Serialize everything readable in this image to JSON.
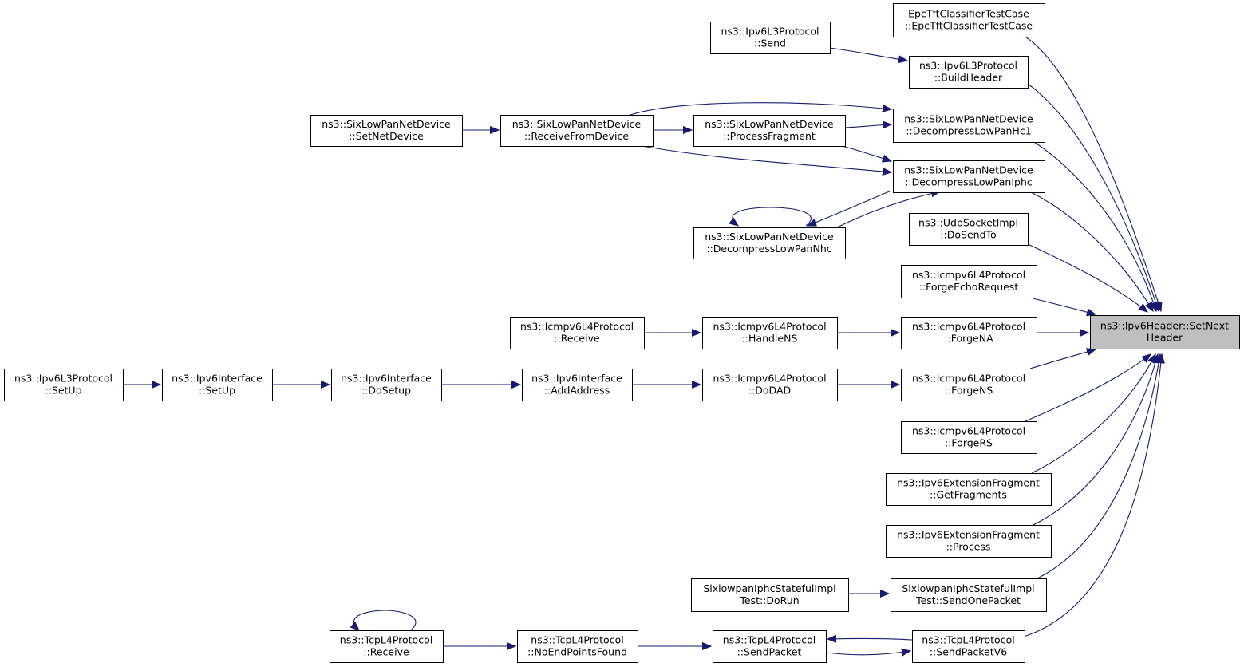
{
  "diagram": {
    "nodes": [
      {
        "id": "setnextheader",
        "lines": [
          "ns3::Ipv6Header::SetNext",
          "Header"
        ],
        "root": true
      },
      {
        "id": "epctft",
        "lines": [
          "EpcTftClassifierTestCase",
          "::EpcTftClassifierTestCase"
        ]
      },
      {
        "id": "l3send",
        "lines": [
          "ns3::Ipv6L3Protocol",
          "::Send"
        ]
      },
      {
        "id": "buildheader",
        "lines": [
          "ns3::Ipv6L3Protocol",
          "::BuildHeader"
        ]
      },
      {
        "id": "setnetdevice",
        "lines": [
          "ns3::SixLowPanNetDevice",
          "::SetNetDevice"
        ]
      },
      {
        "id": "receivefromdevice",
        "lines": [
          "ns3::SixLowPanNetDevice",
          "::ReceiveFromDevice"
        ]
      },
      {
        "id": "processfragment",
        "lines": [
          "ns3::SixLowPanNetDevice",
          "::ProcessFragment"
        ]
      },
      {
        "id": "decomphc1",
        "lines": [
          "ns3::SixLowPanNetDevice",
          "::DecompressLowPanHc1"
        ]
      },
      {
        "id": "decompiphc",
        "lines": [
          "ns3::SixLowPanNetDevice",
          "::DecompressLowPanIphc"
        ]
      },
      {
        "id": "decompnhc",
        "lines": [
          "ns3::SixLowPanNetDevice",
          "::DecompressLowPanNhc"
        ]
      },
      {
        "id": "udpdosendto",
        "lines": [
          "ns3::UdpSocketImpl",
          "::DoSendTo"
        ]
      },
      {
        "id": "forgeecho",
        "lines": [
          "ns3::Icmpv6L4Protocol",
          "::ForgeEchoRequest"
        ]
      },
      {
        "id": "icmpreceive",
        "lines": [
          "ns3::Icmpv6L4Protocol",
          "::Receive"
        ]
      },
      {
        "id": "handlens",
        "lines": [
          "ns3::Icmpv6L4Protocol",
          "::HandleNS"
        ]
      },
      {
        "id": "forgena",
        "lines": [
          "ns3::Icmpv6L4Protocol",
          "::ForgeNA"
        ]
      },
      {
        "id": "l3setup",
        "lines": [
          "ns3::Ipv6L3Protocol",
          "::SetUp"
        ]
      },
      {
        "id": "ifsetup",
        "lines": [
          "ns3::Ipv6Interface",
          "::SetUp"
        ]
      },
      {
        "id": "ifdosetup",
        "lines": [
          "ns3::Ipv6Interface",
          "::DoSetup"
        ]
      },
      {
        "id": "addaddress",
        "lines": [
          "ns3::Ipv6Interface",
          "::AddAddress"
        ]
      },
      {
        "id": "dodad",
        "lines": [
          "ns3::Icmpv6L4Protocol",
          "::DoDAD"
        ]
      },
      {
        "id": "forgens",
        "lines": [
          "ns3::Icmpv6L4Protocol",
          "::ForgeNS"
        ]
      },
      {
        "id": "forgers",
        "lines": [
          "ns3::Icmpv6L4Protocol",
          "::ForgeRS"
        ]
      },
      {
        "id": "getfragments",
        "lines": [
          "ns3::Ipv6ExtensionFragment",
          "::GetFragments"
        ]
      },
      {
        "id": "fragprocess",
        "lines": [
          "ns3::Ipv6ExtensionFragment",
          "::Process"
        ]
      },
      {
        "id": "dorun",
        "lines": [
          "SixlowpanIphcStatefulImpl",
          "Test::DoRun"
        ]
      },
      {
        "id": "sendonepacket",
        "lines": [
          "SixlowpanIphcStatefulImpl",
          "Test::SendOnePacket"
        ]
      },
      {
        "id": "tcpreceive",
        "lines": [
          "ns3::TcpL4Protocol",
          "::Receive"
        ]
      },
      {
        "id": "noendpoints",
        "lines": [
          "ns3::TcpL4Protocol",
          "::NoEndPointsFound"
        ]
      },
      {
        "id": "sendpacket",
        "lines": [
          "ns3::TcpL4Protocol",
          "::SendPacket"
        ]
      },
      {
        "id": "sendpacketv6",
        "lines": [
          "ns3::TcpL4Protocol",
          "::SendPacketV6"
        ]
      }
    ],
    "edge_color": "#191970",
    "root_fill": "#bfbfbf"
  }
}
